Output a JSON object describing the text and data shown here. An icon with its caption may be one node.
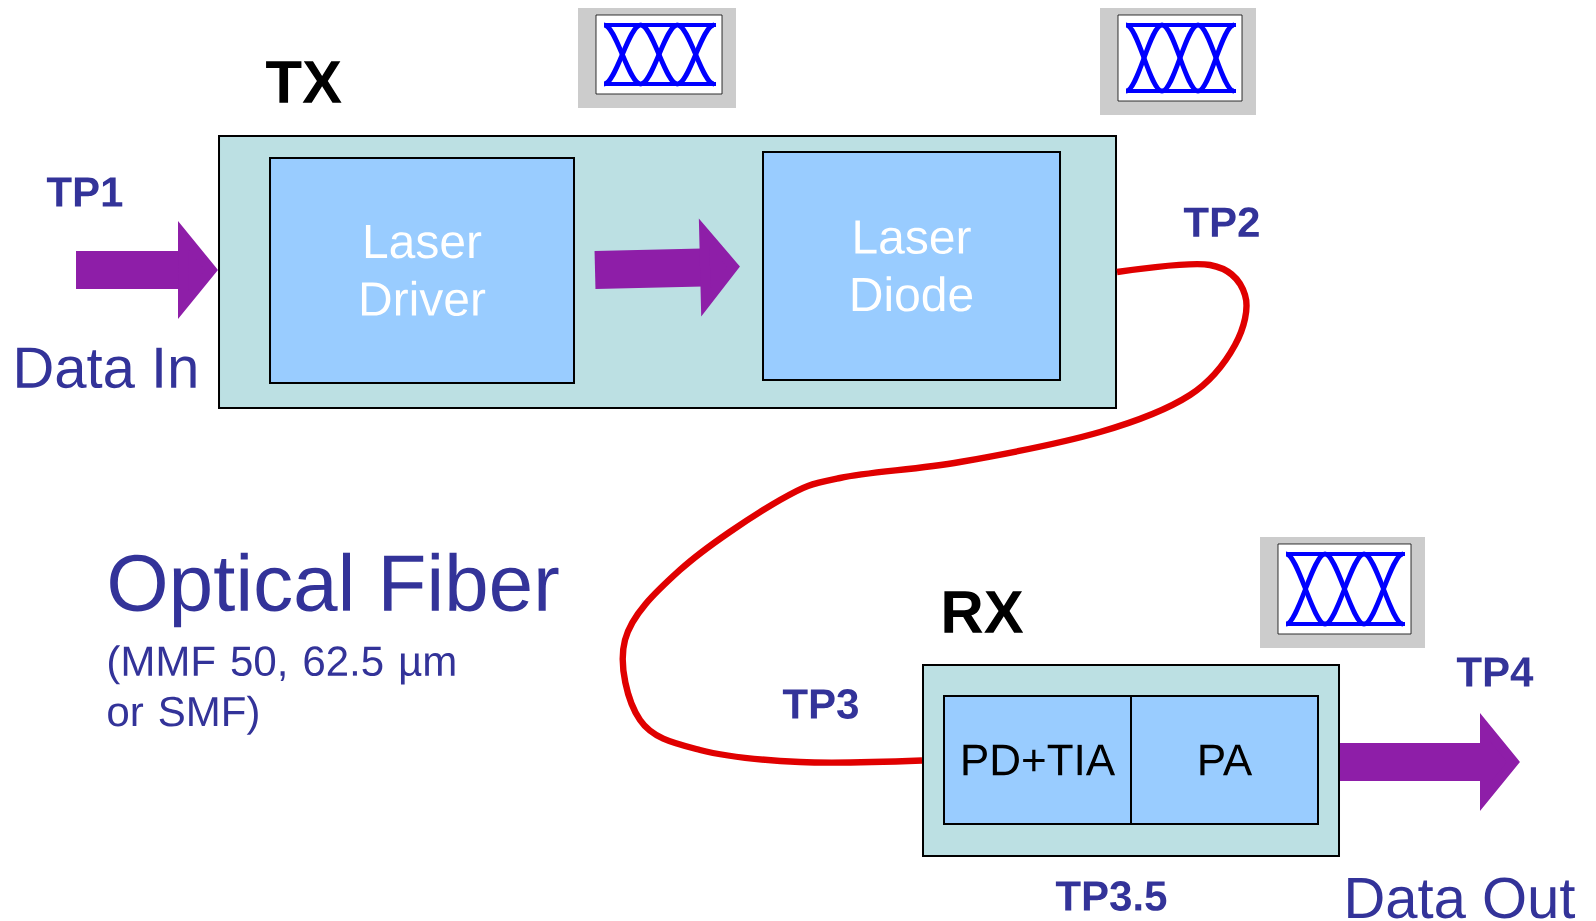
{
  "diagram": {
    "nodes": [
      {
        "text": [
          "TX"
        ]
      },
      {
        "text": [
          "Laser Driver"
        ],
        "in": 0
      },
      {
        "text": [
          "Laser Diode"
        ],
        "in": 0
      },
      {
        "text": [
          "RX"
        ]
      },
      {
        "text": [
          "PD+TIA"
        ],
        "in": 3
      },
      {
        "text": [
          "PA"
        ],
        "in": 3
      }
    ],
    "edges": [
      {
        "from": null,
        "to": 0,
        "arrow": "to"
      },
      {
        "from": 1,
        "to": 2,
        "arrow": "to"
      },
      {
        "from": 0,
        "to": 3,
        "arrow": "none",
        "color": "#e00000"
      },
      {
        "from": 3,
        "to": null,
        "arrow": "to"
      }
    ],
    "labels": [
      "TP1",
      "TP2",
      "Data In",
      "Optical Fiber",
      "(MMF 50, 62.5 µm or SMF)",
      "TP3",
      "TP4",
      "TP3.5",
      "Data Out"
    ]
  }
}
